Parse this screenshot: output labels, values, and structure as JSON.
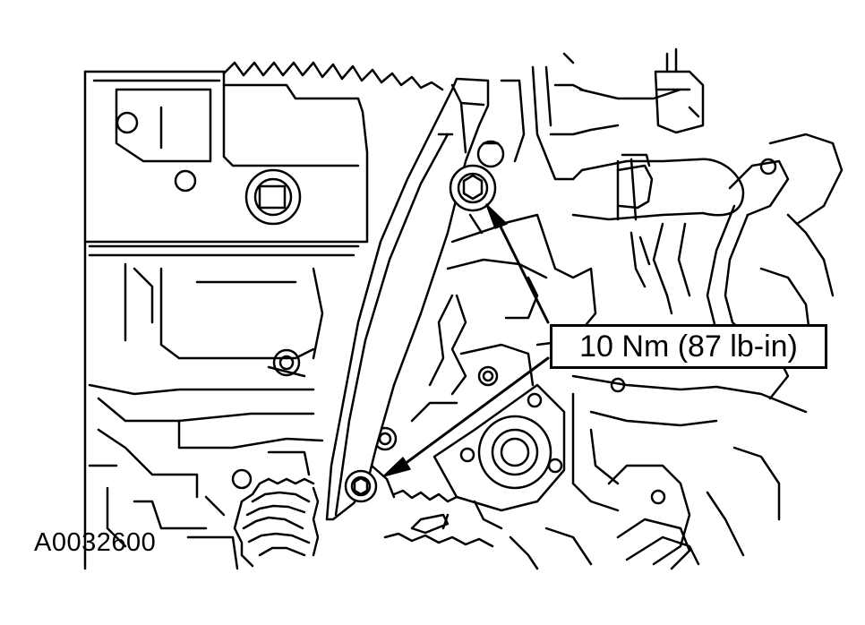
{
  "callout": {
    "torque_label": "10 Nm (87 lb-in)"
  },
  "figure": {
    "id": "A0032600"
  },
  "components": {
    "tensioner_arm": "chain-tensioner-arm",
    "upper_bolt": "tensioner-arm-upper-bolt",
    "lower_bolt": "tensioner-arm-lower-bolt"
  }
}
